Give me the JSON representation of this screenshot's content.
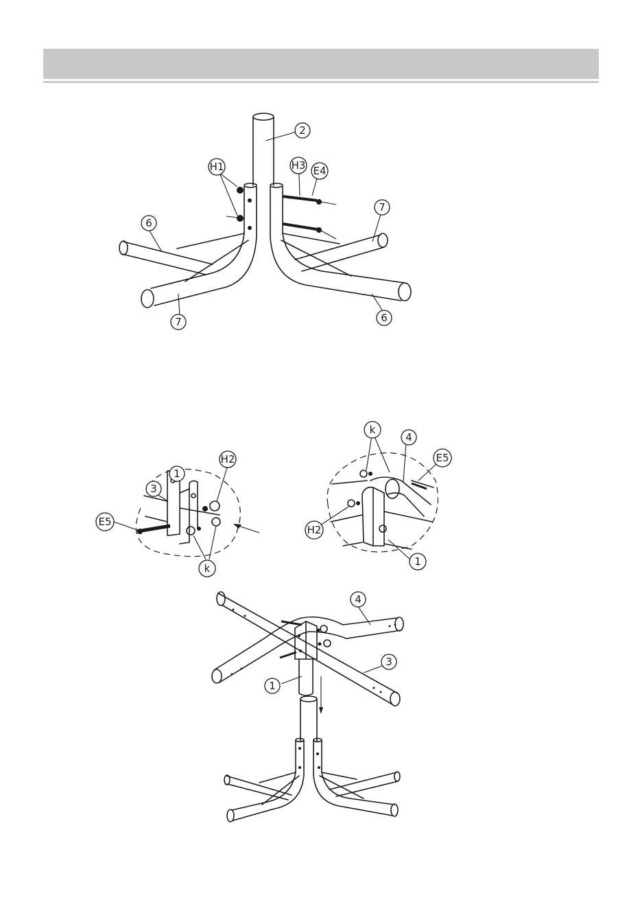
{
  "callouts": {
    "top": {
      "part_2": "2",
      "h1": "H1",
      "h3": "H3",
      "e4": "E4",
      "part_6_left": "6",
      "part_6_right": "6",
      "part_7_left": "7",
      "part_7_right": "7"
    },
    "detail_left": {
      "part_1": "1",
      "part_3": "3",
      "h2": "H2",
      "e5": "E5",
      "k": "k"
    },
    "detail_right": {
      "k": "k",
      "part_4": "4",
      "e5": "E5",
      "h2": "H2",
      "part_1": "1"
    },
    "bottom": {
      "part_4": "4",
      "part_3": "3",
      "part_1": "1"
    }
  },
  "colors": {
    "header_fill": "#c9c9c9",
    "line": "#1a1a1a"
  }
}
